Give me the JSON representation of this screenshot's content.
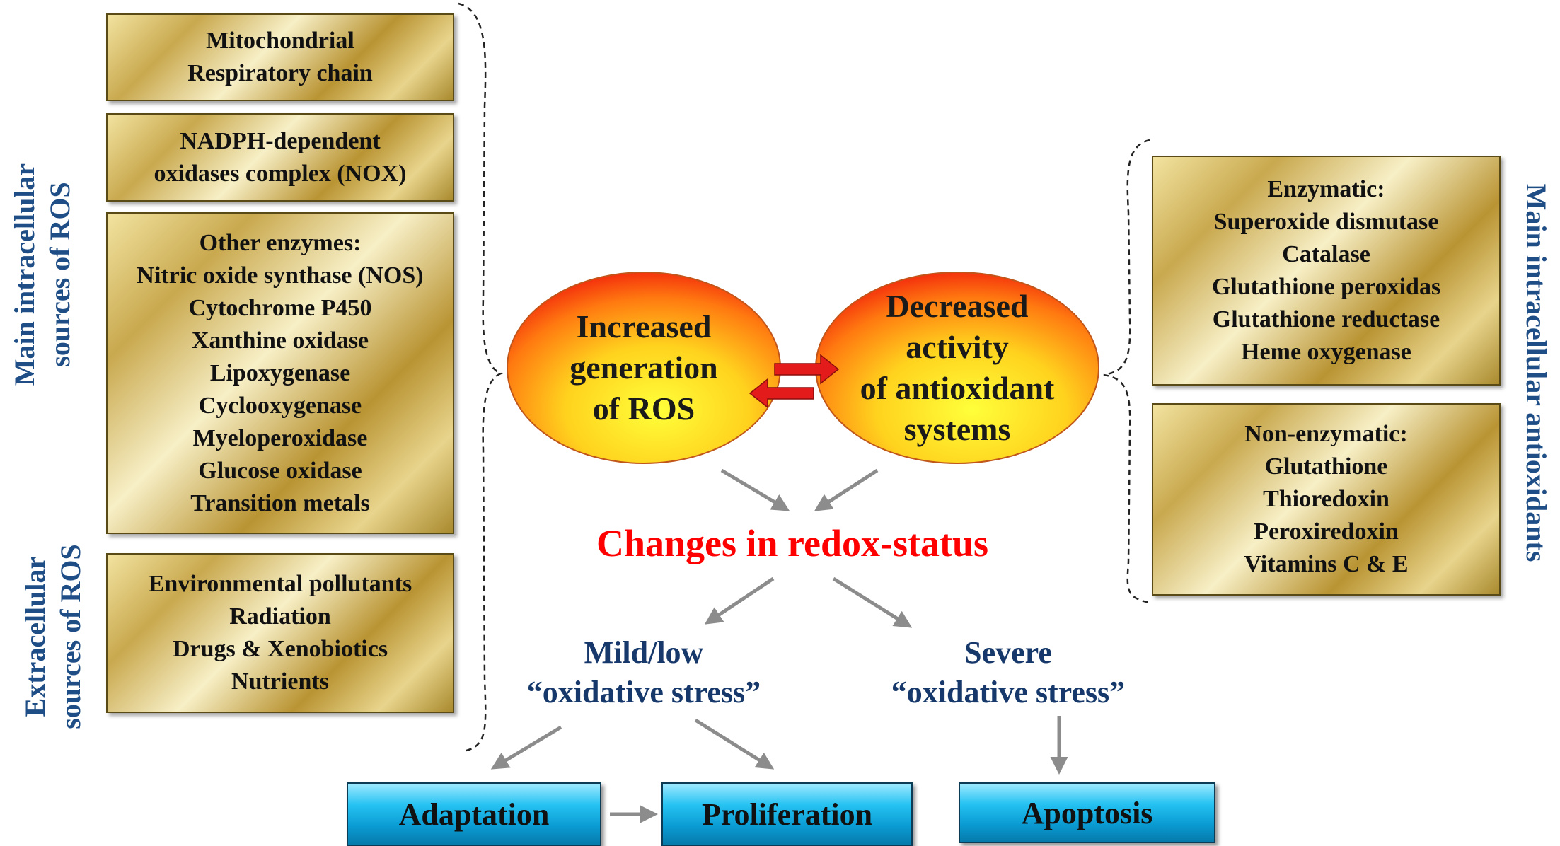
{
  "left_sources": {
    "intracellular_label": [
      "Main intracellular",
      "sources of ROS"
    ],
    "extracellular_label": [
      "Extracellular",
      "sources of ROS"
    ],
    "box_mitochondrial": [
      "Mitochondrial",
      "Respiratory chain"
    ],
    "box_nox": [
      "NADPH-dependent",
      "oxidases complex (NOX)"
    ],
    "box_other_enzymes": [
      "Other enzymes:",
      "Nitric oxide synthase (NOS)",
      "Cytochrome P450",
      "Xanthine oxidase",
      "Lipoxygenase",
      "Cyclooxygenase",
      "Myeloperoxidase",
      "Glucose oxidase",
      "Transition metals"
    ],
    "box_extracellular": [
      "Environmental pollutants",
      "Radiation",
      "Drugs & Xenobiotics",
      "Nutrients"
    ]
  },
  "center": {
    "ellipse_left": [
      "Increased",
      "generation",
      "of ROS"
    ],
    "ellipse_right": [
      "Decreased",
      "activity",
      "of antioxidant",
      "systems"
    ],
    "redox_label": "Changes in redox-status",
    "mild_label": [
      "Mild/low",
      "“oxidative stress”"
    ],
    "severe_label": [
      "Severe",
      "“oxidative stress”"
    ]
  },
  "outcomes": {
    "adaptation": "Adaptation",
    "proliferation": "Proliferation",
    "apoptosis": "Apoptosis"
  },
  "right_antioxidants": {
    "label": "Main intracellular antioxidants",
    "box_enzymatic": [
      "Enzymatic:",
      "Superoxide dismutase",
      "Catalase",
      "Glutathione peroxidas",
      "Glutathione reductase",
      "Heme oxygenase"
    ],
    "box_nonenzymatic": [
      "Non-enzymatic:",
      "Glutathione",
      "Thioredoxin",
      "Peroxiredoxin",
      "Vitamins C & E"
    ]
  },
  "colors": {
    "label_blue": "#1f4e86",
    "redox_red": "#ff0000",
    "arrow_gray": "#8c8c8c",
    "exchange_arrow_red": "#e31b1b"
  }
}
